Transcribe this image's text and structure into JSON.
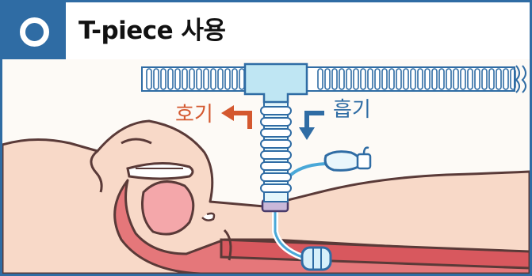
{
  "header": {
    "title": "T-piece 사용",
    "badge_icon": "circle-ring-icon"
  },
  "labels": {
    "exhalation": "호기",
    "inhalation": "흡기"
  },
  "colors": {
    "frame": "#2f6ca4",
    "exhalation_arrow": "#d4582f",
    "inhalation_arrow": "#2f6ca4",
    "tube": "#bfe6f3",
    "skin": "#f8d9c8",
    "airway": "#e5777a"
  }
}
